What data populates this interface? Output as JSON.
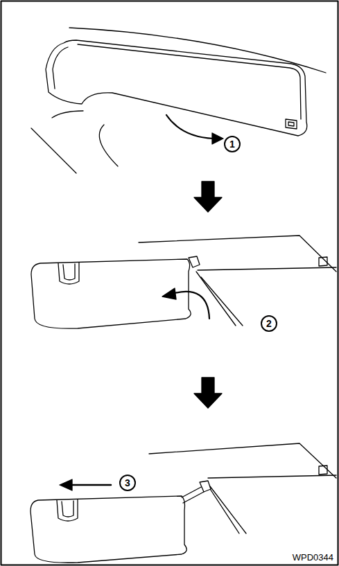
{
  "diagram": {
    "labels": [
      "1",
      "2",
      "3",
      "WPD0344"
    ]
  }
}
